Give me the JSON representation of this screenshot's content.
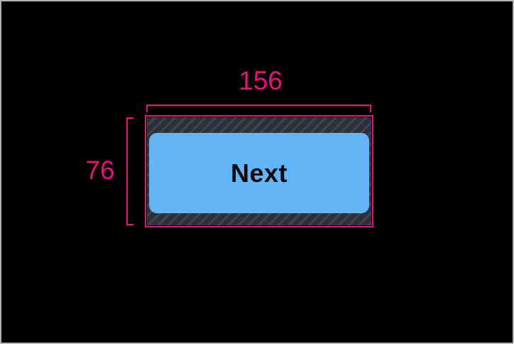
{
  "colors": {
    "accent": "#EB0F7D",
    "button-fill": "#64B5F6",
    "button-text": "#0B0B0C",
    "hatch-base": "#3E4450",
    "hatch-stripe": "#2B303A",
    "canvas-bg": "#000000",
    "frame-border": "#B3B3B3"
  },
  "measurements": {
    "width_label": "156",
    "height_label": "76"
  },
  "button": {
    "label": "Next"
  }
}
